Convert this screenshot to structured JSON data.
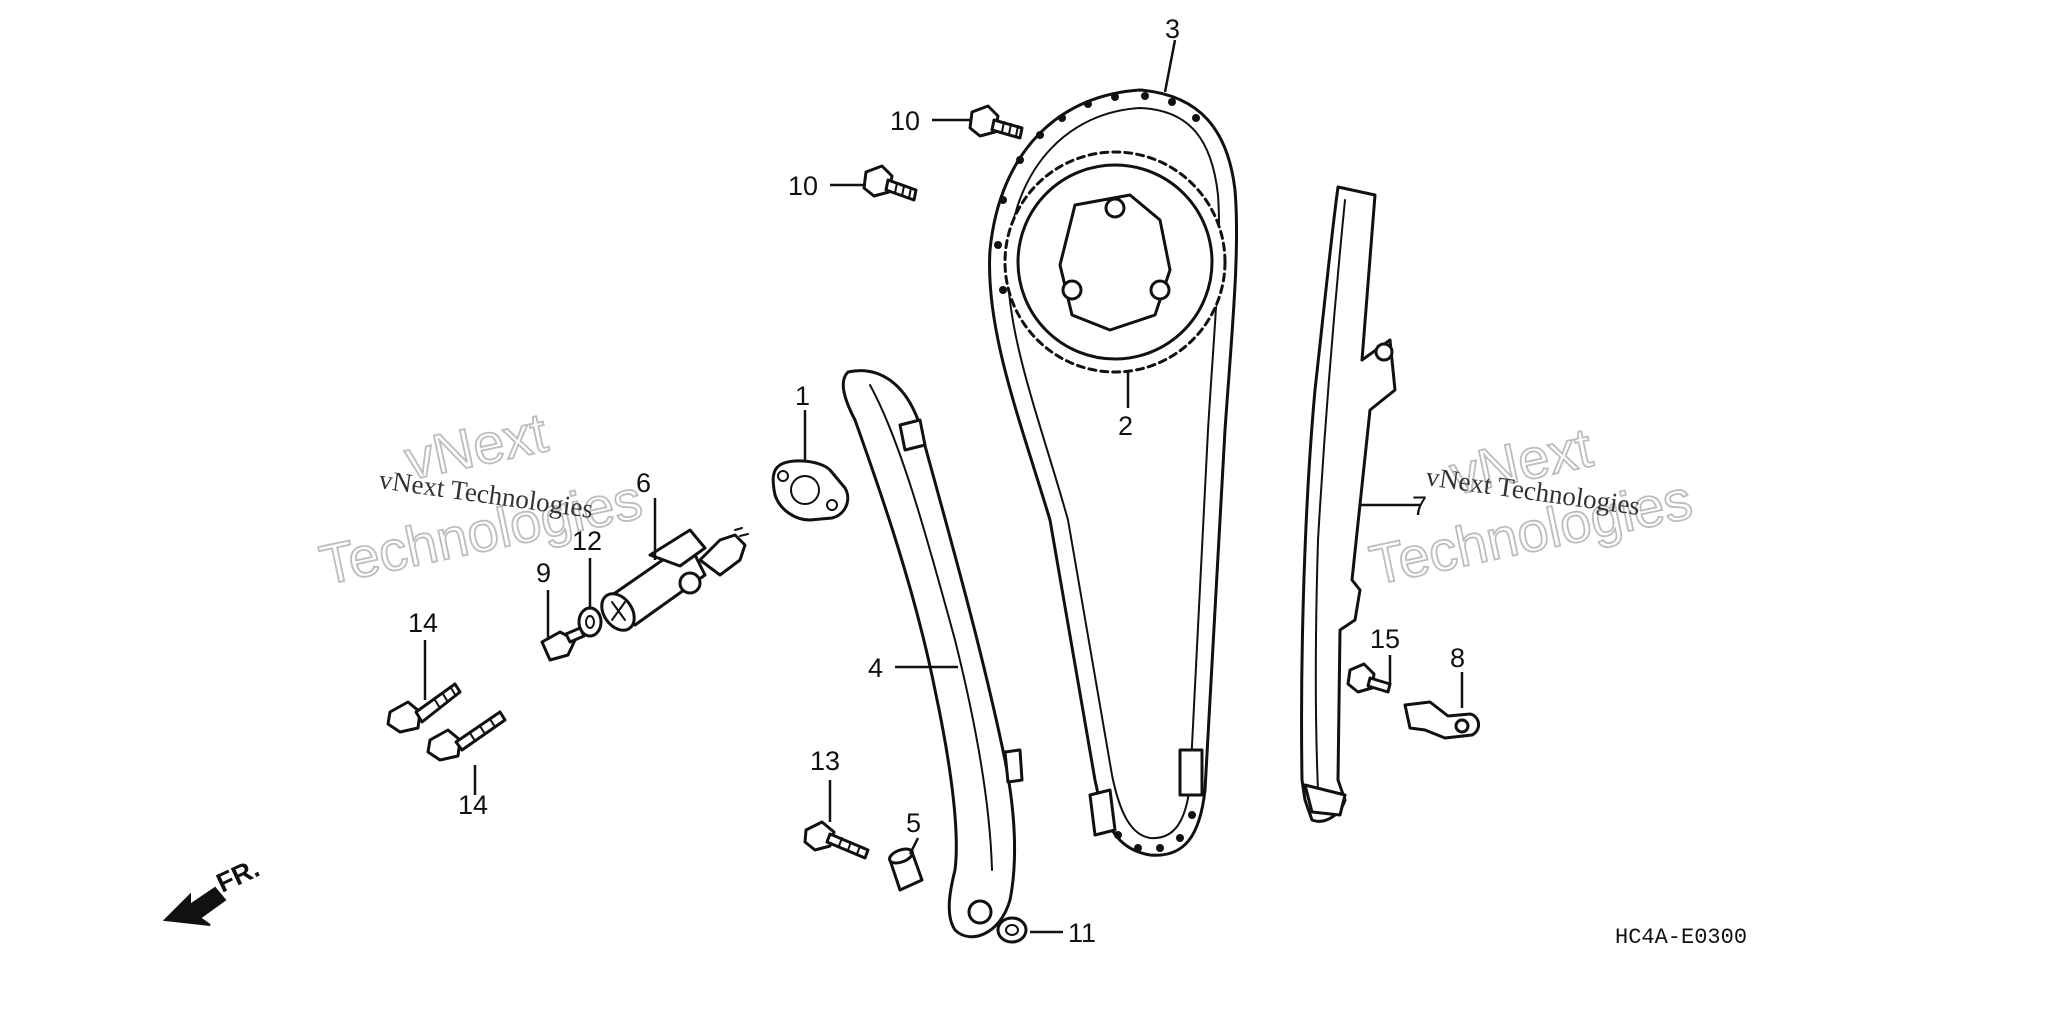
{
  "callouts": {
    "c1": "1",
    "c2": "2",
    "c3": "3",
    "c4": "4",
    "c5": "5",
    "c6": "6",
    "c7": "7",
    "c8": "8",
    "c9": "9",
    "c10a": "10",
    "c10b": "10",
    "c11": "11",
    "c12": "12",
    "c13": "13",
    "c14a": "14",
    "c14b": "14",
    "c15": "15"
  },
  "front_marker": "FR.",
  "diagram_code": "HC4A-E0300",
  "watermark": {
    "line_small": "vNext Technologies",
    "line_big_1": "vNext",
    "line_big_2": "Technologies"
  }
}
